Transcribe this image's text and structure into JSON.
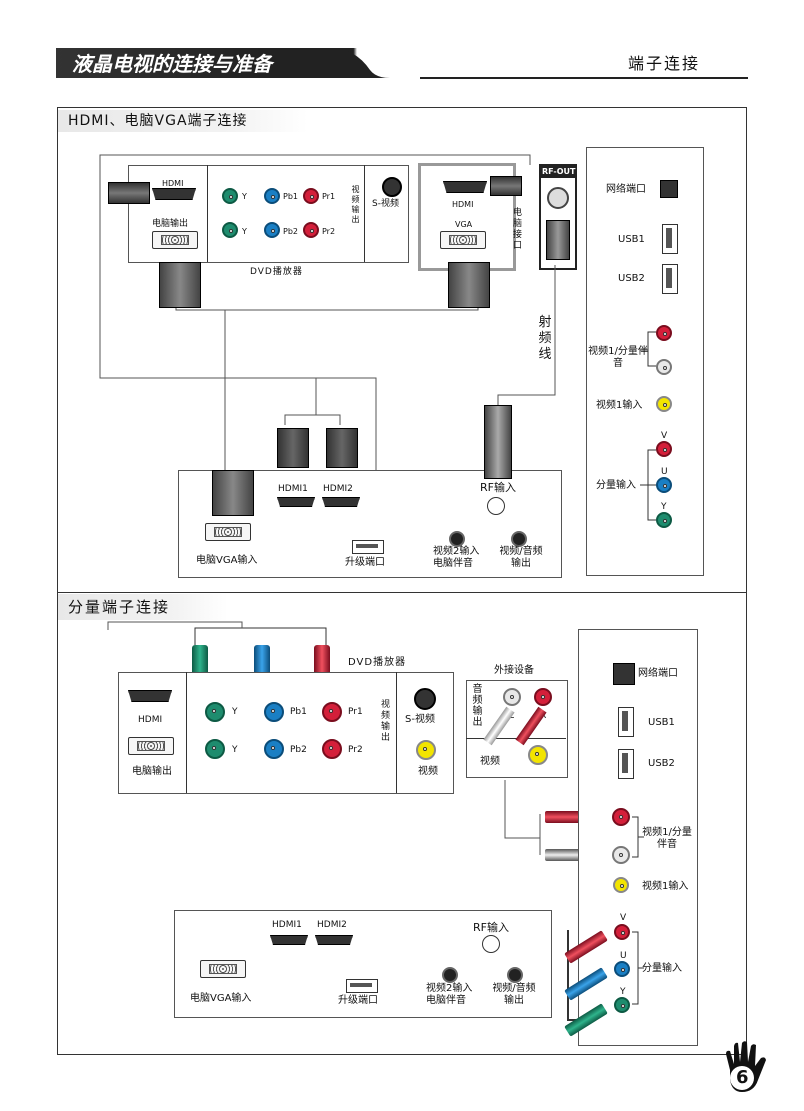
{
  "header": {
    "title": "液晶电视的连接与准备",
    "right_title": "端子连接"
  },
  "page_number": "6",
  "section1": {
    "title": "HDMI、电脑VGA端子连接",
    "dvd": {
      "hdmi": "HDMI",
      "pc_out": "电脑输出",
      "y1": "Y",
      "pb1": "Pb1",
      "pr1": "Pr1",
      "y2": "Y",
      "pb2": "Pb2",
      "pr2": "Pr2",
      "video_out": "视频输出",
      "s_video": "S-视频",
      "label": "DVD播放器"
    },
    "pc": {
      "hdmi": "HDMI",
      "vga": "VGA",
      "label": "电脑接口"
    },
    "rf_out": "RF-OUT",
    "rf_cable": "射频线",
    "side": {
      "network": "网络端口",
      "usb1": "USB1",
      "usb2": "USB2",
      "video1_audio": "视频1/分量伴音",
      "video1_in": "视频1输入",
      "component_in": "分量输入",
      "v": "V",
      "u": "U",
      "y": "Y"
    },
    "tv": {
      "hdmi1": "HDMI1",
      "hdmi2": "HDMI2",
      "rf_in": "RF输入",
      "vga_in": "电脑VGA输入",
      "upgrade": "升级端口",
      "video2_in": "视频2输入电脑伴音",
      "av_out": "视频/音频输出"
    }
  },
  "section2": {
    "title": "分量端子连接",
    "dvd_label": "DVD播放器",
    "ext_label": "外接设备",
    "dvd": {
      "hdmi": "HDMI",
      "pc_out": "电脑输出",
      "y1": "Y",
      "pb1": "Pb1",
      "pr1": "Pr1",
      "y2": "Y",
      "pb2": "Pb2",
      "pr2": "Pr2",
      "video_out": "视频输出",
      "s_video": "S-视频",
      "video": "视频"
    },
    "ext": {
      "audio_out": "音频输出",
      "l": "L",
      "r": "R",
      "video": "视频"
    },
    "side": {
      "network": "网络端口",
      "usb1": "USB1",
      "usb2": "USB2",
      "video1_audio": "视频1/分量伴音",
      "video1_in": "视频1输入",
      "component_in": "分量输入",
      "v": "V",
      "u": "U",
      "y": "Y"
    },
    "tv": {
      "hdmi1": "HDMI1",
      "hdmi2": "HDMI2",
      "rf_in": "RF输入",
      "vga_in": "电脑VGA输入",
      "upgrade": "升级端口",
      "video2_in": "视频2输入电脑伴音",
      "av_out": "视频/音频输出"
    }
  },
  "colors": {
    "green": "#1e8c6e",
    "blue": "#1a7fc4",
    "red": "#d41f3a",
    "yellow": "#f2e400",
    "white": "#e8e8e8"
  }
}
